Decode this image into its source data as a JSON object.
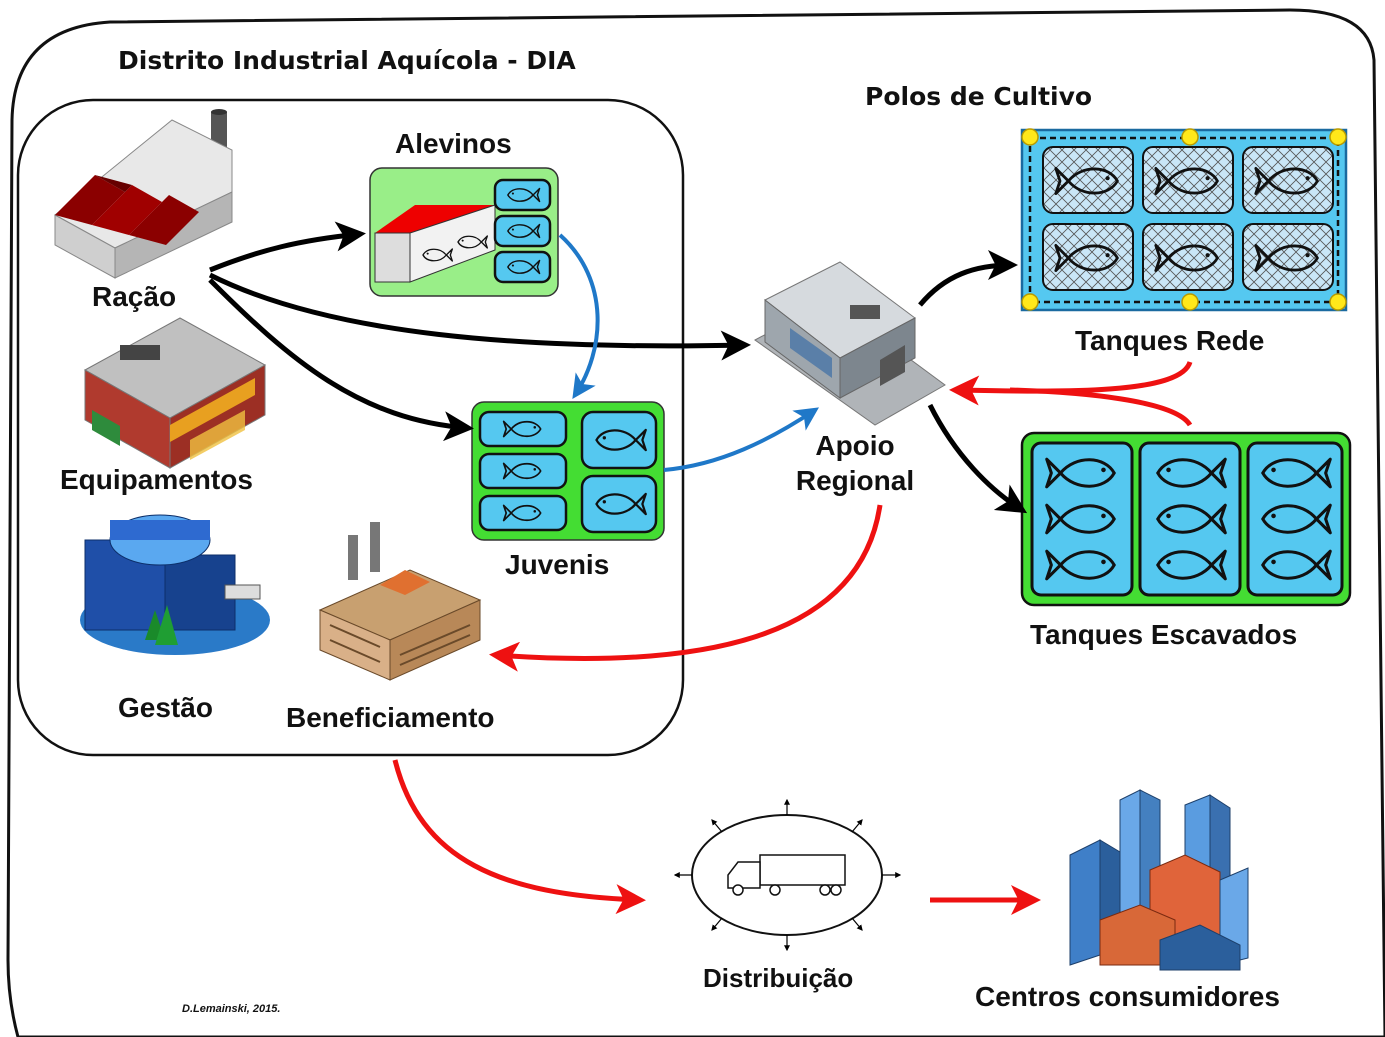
{
  "diagram": {
    "dia_title": "Distrito Industrial Aquícola - DIA",
    "polos_title": "Polos de Cultivo",
    "nodes": {
      "racao": "Ração",
      "alevinos": "Alevinos",
      "juvenis": "Juvenis",
      "equipamentos": "Equipamentos",
      "gestao": "Gestão",
      "beneficiamento": "Beneficiamento",
      "apoio_line1": "Apoio",
      "apoio_line2": "Regional",
      "tanques_rede": "Tanques Rede",
      "tanques_escavados": "Tanques Escavados",
      "distribuicao": "Distribuição",
      "centros": "Centros consumidores"
    },
    "credit": "D.Lemainski, 2015.",
    "colors": {
      "frame": "#111111",
      "arrow_black": "#000000",
      "arrow_blue": "#1f78c8",
      "arrow_red": "#ee1111",
      "pond_green": "#44dd33",
      "light_green": "#99ee88",
      "water_blue": "#55c8f0",
      "net_blue": "#bfe3f7",
      "buoy_yellow": "#ffe81a"
    }
  }
}
